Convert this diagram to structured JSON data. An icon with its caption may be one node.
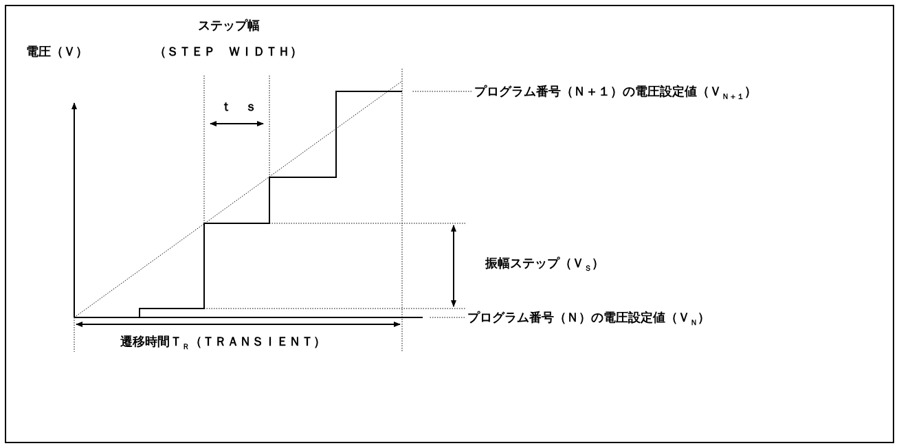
{
  "diagram": {
    "nodes": [
      {
        "text": [
          "プログラム番号（Ｎ＋１）の電圧設定値（Ｖ$_{Ｎ＋１}$）"
        ]
      },
      {
        "text": [
          "プログラム番号（Ｎ）の電圧設定値（Ｖ$_{Ｎ}$）"
        ]
      }
    ],
    "edges": [
      {
        "from": 0,
        "to": null,
        "arrow": "none"
      },
      {
        "from": 1,
        "to": null,
        "arrow": "none"
      }
    ],
    "labels": [
      "ステップ幅",
      "電圧（Ｖ）",
      "（ＳＴＥＰ　ＷＩＤＴＨ）",
      "ｔ　ｓ",
      "振幅ステップ（Ｖ$_{Ｓ}$）",
      "遷移時間Ｔ$_{Ｒ}$（ＴＲＡＮＳＩＥＮＴ）"
    ]
  }
}
